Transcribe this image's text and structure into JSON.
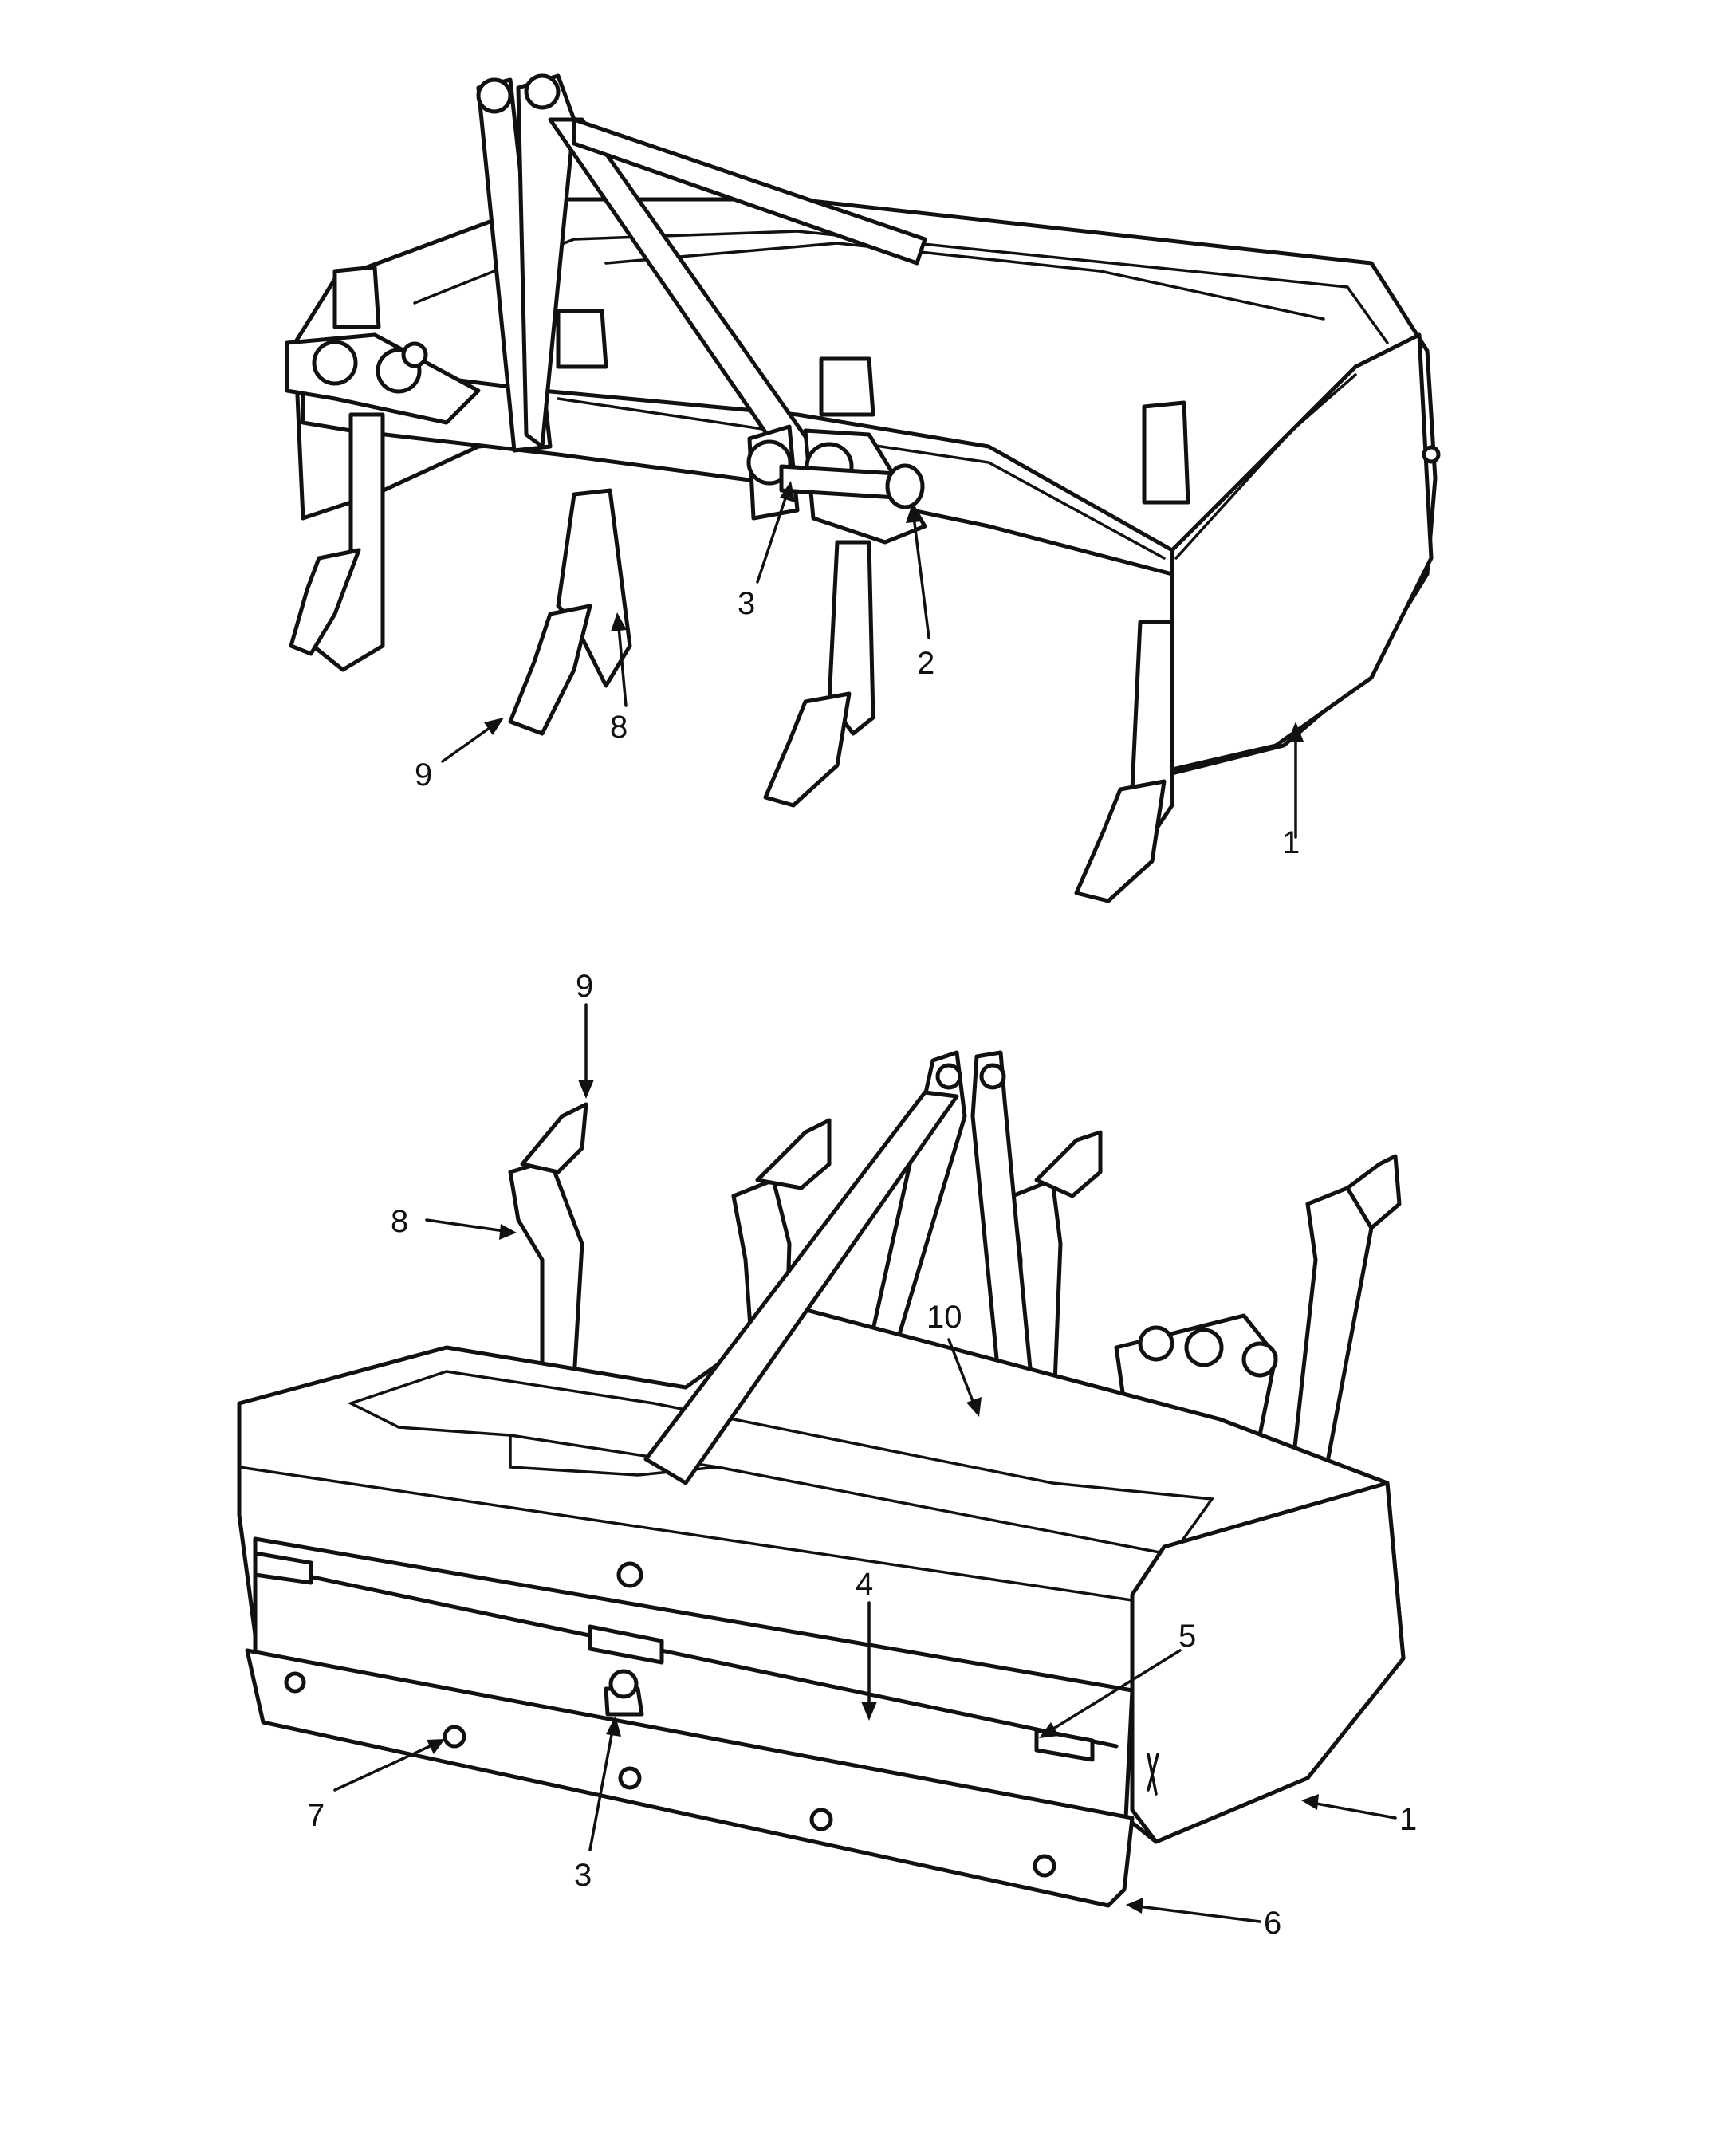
{
  "colors": {
    "ink": "#111111",
    "paper": "#ffffff"
  },
  "callouts_top": [
    "1",
    "2",
    "3",
    "8",
    "9"
  ],
  "callouts_bottom": [
    "1",
    "3",
    "4",
    "5",
    "6",
    "7",
    "8",
    "9",
    "10"
  ]
}
